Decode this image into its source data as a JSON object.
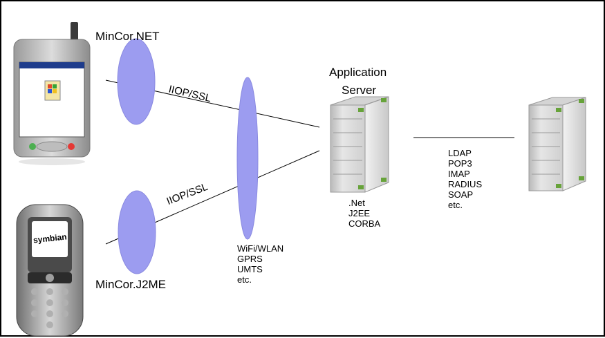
{
  "client_top": {
    "name": "MinCor.NET"
  },
  "client_bottom": {
    "name": "MinCor.J2ME"
  },
  "link_top": {
    "protocol": "IIOP/SSL"
  },
  "link_bottom": {
    "protocol": "IIOP/SSL"
  },
  "network": {
    "items": [
      "WiFi/WLAN",
      "GPRS",
      "UMTS",
      "etc."
    ]
  },
  "app_server": {
    "title_line1": "Application",
    "title_line2": "Server",
    "platforms": [
      ".Net",
      "J2EE",
      "CORBA"
    ]
  },
  "backend": {
    "protocols": [
      "LDAP",
      "POP3",
      "IMAP",
      "RADIUS",
      "SOAP",
      "etc."
    ]
  },
  "colors": {
    "ellipse": "#9c9cf0",
    "ellipse_edge": "#8a8ae0",
    "border": "#000000"
  },
  "icons": {
    "pda": "pda-device-icon",
    "phone": "mobile-phone-icon",
    "server": "tower-server-icon"
  }
}
